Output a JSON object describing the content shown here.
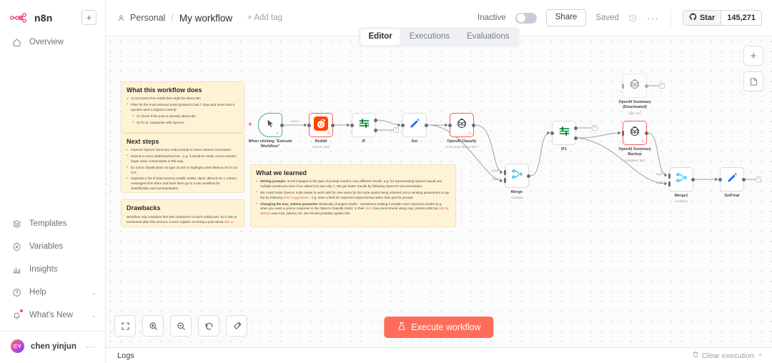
{
  "sidebar": {
    "brand": "n8n",
    "add_button_label": "+",
    "items_top": [
      {
        "label": "Overview",
        "icon": "home-icon"
      }
    ],
    "items_bottom": [
      {
        "label": "Templates",
        "icon": "templates-icon",
        "chevron": false
      },
      {
        "label": "Variables",
        "icon": "variables-icon",
        "chevron": false
      },
      {
        "label": "Insights",
        "icon": "insights-icon",
        "chevron": false
      },
      {
        "label": "Help",
        "icon": "help-icon",
        "chevron": true
      },
      {
        "label": "What's New",
        "icon": "bell-icon",
        "chevron": true
      }
    ],
    "user": {
      "initials": "CY",
      "name": "chen yinjun",
      "more": "···"
    }
  },
  "topbar": {
    "owner": "Personal",
    "separator": "/",
    "workflow_title": "My workflow",
    "add_tag": "+ Add tag",
    "inactive_label": "Inactive",
    "share_label": "Share",
    "saved_label": "Saved",
    "more_label": "···",
    "star_label": "Star",
    "star_count": "145,271",
    "accent_color": "#ff6d5a"
  },
  "tabs": [
    {
      "label": "Editor",
      "active": true
    },
    {
      "label": "Executions",
      "active": false
    },
    {
      "label": "Evaluations",
      "active": false
    }
  ],
  "canvas_buttons": {
    "add": "+",
    "sticky_note": "sticky-note-icon"
  },
  "sticky_notes": {
    "what_it_does": {
      "title": "What this workflow does",
      "items": [
        {
          "text": "1) Get posts from reddit that might be about n8n",
          "style": "check"
        },
        {
          "text": "Filter for the most relevant posts (posted in last 7 days and more than 5 upvotes and is original content)",
          "style": "bullet"
        },
        {
          "text": "2) Check if the post is actually about n8n",
          "style": "check-sub"
        },
        {
          "text": "3) If it is, categorise with OpenAI.",
          "style": "check-sub"
        }
      ]
    },
    "next_steps": {
      "title": "Next steps",
      "items": [
        {
          "text": "Improve OpenAI Summary node prompt to return cleaner summaries."
        },
        {
          "text": "Extend to more platforms/sources - e.g. it would be really cool to monitor larger slack communities in this way."
        },
        {
          "text": "Do some classification on type of user to highlight users likely to be in our ICP."
        },
        {
          "text": "Separate a list of data sources (reddit, twitter, slack, discord etc.), extract messages from there and have them go to a sub workflow for classification and summarisation."
        }
      ]
    },
    "drawbacks": {
      "title": "Drawbacks",
      "body_prefix": "Workflow only considers first 500 characters of each reddit post. So if n8n is mentioned after this amount, it won't register as being a post about ",
      "body_link": "n8n.io"
    },
    "what_we_learned": {
      "title": "What we learned",
      "items": [
        {
          "bold_lead": "Writing prompts",
          "text": ": small changes in the type of prompt result in very different results. e.g. for Summarising OpenAI would use multiple sentences even if we asked it to use only 1. We got better results by following OpenAI's documentation."
        },
        {
          "bold_lead": "",
          "text": "We could make OpenAI node easier to work with for new users by the node inputs being oriented not to sending parameters to api but by following ",
          "link": "their suggestions",
          "text_after": " - e.g. have a field for expected output format rather than just for prompt."
        },
        {
          "bold_lead": "Changing the max_tokens parameter",
          "text": " drastically changes results - sometimes making it smaller even improves results (e.g. when you want a yes/no response in the OpenAI Classify node). In their ",
          "link": "docs",
          "text_after": " they recommend using max_tokens=256 but ",
          "link2": "n8n by default",
          "text_after2": " uses max_tokens=16. We should probably update this."
        }
      ]
    }
  },
  "workflow_nodes": [
    {
      "id": "trigger",
      "title": "When clicking \"Execute Workflow\"",
      "subtitle": "",
      "icon": "cursor-icon",
      "state": "ok-trigger"
    },
    {
      "id": "reddit",
      "title": "Reddit",
      "subtitle": "search: post",
      "icon": "reddit-icon",
      "state": "error"
    },
    {
      "id": "if",
      "title": "IF",
      "subtitle": "",
      "icon": "filter-icon",
      "state": "normal"
    },
    {
      "id": "set",
      "title": "Set",
      "subtitle": "",
      "icon": "pencil-icon",
      "state": "normal"
    },
    {
      "id": "openai-classify",
      "title": "OpenAI Classify",
      "subtitle": "is the post about n8n?",
      "icon": "openai-icon",
      "state": "error"
    },
    {
      "id": "merge",
      "title": "Merge",
      "subtitle": "combine",
      "icon": "merge-icon",
      "state": "normal"
    },
    {
      "id": "if1",
      "title": "IF1",
      "subtitle": "",
      "icon": "filter-icon",
      "state": "normal"
    },
    {
      "id": "openai-summary-deactivated",
      "title": "OpenAI Summary (Deactivated)",
      "subtitle": "edit: text",
      "icon": "openai-icon",
      "state": "deactivated"
    },
    {
      "id": "openai-summary-backup",
      "title": "OpenAI Summary Backup",
      "subtitle": "complete: text",
      "icon": "openai-icon",
      "state": "error"
    },
    {
      "id": "merge1",
      "title": "Merge1",
      "subtitle": "combine",
      "icon": "merge-icon",
      "state": "normal"
    },
    {
      "id": "setfinal",
      "title": "SetFinal",
      "subtitle": "",
      "icon": "pencil-icon",
      "state": "normal"
    }
  ],
  "edge_labels": {
    "one_item": "1 item",
    "input1": "Input 1",
    "input2": "Input 2",
    "input1b": "Input 1",
    "input2b": "Input 2"
  },
  "toolbar": {
    "zoom_to_fit": "fit-icon",
    "zoom_in": "zoom-in-icon",
    "zoom_out": "zoom-out-icon",
    "reset_zoom": "undo-icon",
    "tidy_up": "tidy-icon",
    "execute_label": "Execute workflow"
  },
  "logs": {
    "label": "Logs",
    "clear_label": "Clear execution",
    "caret": "^"
  }
}
